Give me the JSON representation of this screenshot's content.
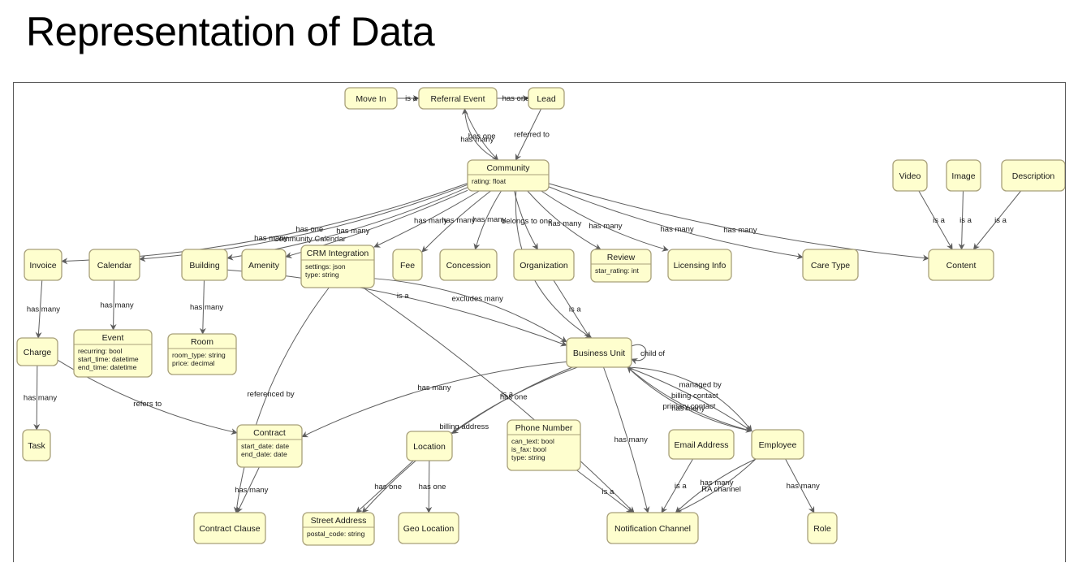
{
  "slide": {
    "title": "Representation of Data"
  },
  "nodes": [
    {
      "id": "move_in",
      "title": "Move In",
      "attrs": []
    },
    {
      "id": "referral_event",
      "title": "Referral Event",
      "attrs": []
    },
    {
      "id": "lead",
      "title": "Lead",
      "attrs": []
    },
    {
      "id": "community",
      "title": "Community",
      "attrs": [
        "rating: float"
      ]
    },
    {
      "id": "video",
      "title": "Video",
      "attrs": []
    },
    {
      "id": "image",
      "title": "Image",
      "attrs": []
    },
    {
      "id": "description",
      "title": "Description",
      "attrs": []
    },
    {
      "id": "invoice",
      "title": "Invoice",
      "attrs": []
    },
    {
      "id": "calendar",
      "title": "Calendar",
      "attrs": []
    },
    {
      "id": "building",
      "title": "Building",
      "attrs": []
    },
    {
      "id": "amenity",
      "title": "Amenity",
      "attrs": []
    },
    {
      "id": "crm_integration",
      "title": "CRM Integration",
      "attrs": [
        "settings: json",
        "type: string"
      ]
    },
    {
      "id": "fee",
      "title": "Fee",
      "attrs": []
    },
    {
      "id": "concession",
      "title": "Concession",
      "attrs": []
    },
    {
      "id": "organization",
      "title": "Organization",
      "attrs": []
    },
    {
      "id": "review",
      "title": "Review",
      "attrs": [
        "star_rating: int"
      ]
    },
    {
      "id": "licensing_info",
      "title": "Licensing Info",
      "attrs": []
    },
    {
      "id": "care_type",
      "title": "Care Type",
      "attrs": []
    },
    {
      "id": "content",
      "title": "Content",
      "attrs": []
    },
    {
      "id": "charge",
      "title": "Charge",
      "attrs": []
    },
    {
      "id": "event",
      "title": "Event",
      "attrs": [
        "recurring: bool",
        "start_time: datetime",
        "end_time: datetime"
      ]
    },
    {
      "id": "room",
      "title": "Room",
      "attrs": [
        "room_type: string",
        "price: decimal"
      ]
    },
    {
      "id": "business_unit",
      "title": "Business Unit",
      "attrs": []
    },
    {
      "id": "task",
      "title": "Task",
      "attrs": []
    },
    {
      "id": "contract",
      "title": "Contract",
      "attrs": [
        "start_date: date",
        "end_date: date"
      ]
    },
    {
      "id": "location",
      "title": "Location",
      "attrs": []
    },
    {
      "id": "phone_number",
      "title": "Phone Number",
      "attrs": [
        "can_text: bool",
        "is_fax: bool",
        "type: string"
      ]
    },
    {
      "id": "email_address",
      "title": "Email Address",
      "attrs": []
    },
    {
      "id": "employee",
      "title": "Employee",
      "attrs": []
    },
    {
      "id": "contract_clause",
      "title": "Contract Clause",
      "attrs": []
    },
    {
      "id": "street_address",
      "title": "Street Address",
      "attrs": [
        "postal_code: string"
      ]
    },
    {
      "id": "geo_location",
      "title": "Geo Location",
      "attrs": []
    },
    {
      "id": "notification_channel",
      "title": "Notification Channel",
      "attrs": []
    },
    {
      "id": "role",
      "title": "Role",
      "attrs": []
    }
  ],
  "edges": [
    {
      "from": "move_in",
      "to": "referral_event",
      "label": "is a"
    },
    {
      "from": "referral_event",
      "to": "lead",
      "label": "has one"
    },
    {
      "from": "community",
      "to": "referral_event",
      "label": "has many"
    },
    {
      "from": "referral_event",
      "to": "community",
      "label": "has one"
    },
    {
      "from": "lead",
      "to": "community",
      "label": "referred to"
    },
    {
      "from": "community",
      "to": "invoice",
      "label": "has many"
    },
    {
      "from": "community",
      "to": "calendar",
      "label": "has one\nCommunity Calendar"
    },
    {
      "from": "community",
      "to": "building",
      "label": "has many"
    },
    {
      "from": "community",
      "to": "amenity",
      "label": ""
    },
    {
      "from": "community",
      "to": "crm_integration",
      "label": "has many"
    },
    {
      "from": "community",
      "to": "fee",
      "label": "has many"
    },
    {
      "from": "community",
      "to": "concession",
      "label": "has many"
    },
    {
      "from": "community",
      "to": "organization",
      "label": "belongs to one"
    },
    {
      "from": "community",
      "to": "review",
      "label": "has many"
    },
    {
      "from": "community",
      "to": "licensing_info",
      "label": "has many"
    },
    {
      "from": "community",
      "to": "care_type",
      "label": "has many"
    },
    {
      "from": "community",
      "to": "content",
      "label": "has many"
    },
    {
      "from": "community",
      "to": "business_unit",
      "label": "is a"
    },
    {
      "from": "video",
      "to": "content",
      "label": "is a"
    },
    {
      "from": "image",
      "to": "content",
      "label": "is a"
    },
    {
      "from": "description",
      "to": "content",
      "label": "is a"
    },
    {
      "from": "invoice",
      "to": "charge",
      "label": "has many"
    },
    {
      "from": "calendar",
      "to": "event",
      "label": "has many"
    },
    {
      "from": "building",
      "to": "room",
      "label": "has many"
    },
    {
      "from": "building",
      "to": "business_unit",
      "label": "is a"
    },
    {
      "from": "crm_integration",
      "to": "business_unit",
      "label": "excludes many"
    },
    {
      "from": "crm_integration",
      "to": "contract_clause",
      "label": "referenced by"
    },
    {
      "from": "crm_integration",
      "to": "notification_channel",
      "label": "is a"
    },
    {
      "from": "organization",
      "to": "business_unit",
      "label": "is a"
    },
    {
      "from": "business_unit",
      "to": "business_unit",
      "label": "child of"
    },
    {
      "from": "business_unit",
      "to": "contract",
      "label": "has many"
    },
    {
      "from": "business_unit",
      "to": "street_address",
      "label": "billing address"
    },
    {
      "from": "business_unit",
      "to": "location",
      "label": "has one"
    },
    {
      "from": "business_unit",
      "to": "notification_channel",
      "label": "has many"
    },
    {
      "from": "business_unit",
      "to": "employee",
      "label": "primary contact"
    },
    {
      "from": "business_unit",
      "to": "employee",
      "label": "billing contact"
    },
    {
      "from": "employee",
      "to": "business_unit",
      "label": "has many"
    },
    {
      "from": "business_unit",
      "to": "employee",
      "label": "managed by"
    },
    {
      "from": "charge",
      "to": "task",
      "label": "has many"
    },
    {
      "from": "charge",
      "to": "contract",
      "label": "refers to"
    },
    {
      "from": "contract",
      "to": "contract_clause",
      "label": "has many"
    },
    {
      "from": "location",
      "to": "street_address",
      "label": "has one"
    },
    {
      "from": "location",
      "to": "geo_location",
      "label": "has one"
    },
    {
      "from": "phone_number",
      "to": "notification_channel",
      "label": "is a"
    },
    {
      "from": "email_address",
      "to": "notification_channel",
      "label": "is a"
    },
    {
      "from": "employee",
      "to": "notification_channel",
      "label": "has many"
    },
    {
      "from": "employee",
      "to": "notification_channel",
      "label": "RA channel"
    },
    {
      "from": "employee",
      "to": "role",
      "label": "has many"
    }
  ]
}
